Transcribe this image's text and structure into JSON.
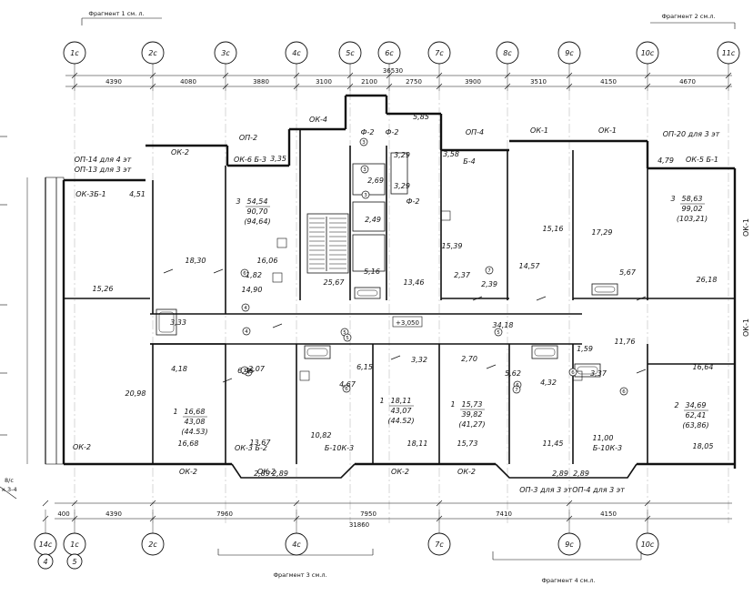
{
  "fragments": {
    "f1": "Фрагмент 1 см. л.",
    "f2": "Фрагмент 2 см.л.",
    "f3": "Фрагмент 3 см.л.",
    "f4": "Фрагмент 4 см.л."
  },
  "axes_top": [
    "1с",
    "2с",
    "3с",
    "4с",
    "5с",
    "6с",
    "7с",
    "8с",
    "9с",
    "10с",
    "11с"
  ],
  "axes_bottom": [
    "14с",
    "1с",
    "2с",
    "4с",
    "7с",
    "9с",
    "10с"
  ],
  "axes_bottom_extra": [
    "4",
    "5"
  ],
  "dims_top": [
    "4390",
    "4080",
    "3880",
    "3100",
    "2100",
    "2750",
    "3900",
    "3510",
    "4150",
    "4670"
  ],
  "dim_top_total": "36530",
  "dims_bottom": [
    "400",
    "4390",
    "7960",
    "7950",
    "7410",
    "4150"
  ],
  "dim_bottom_total": "31860",
  "level_mark": "+3,050",
  "side_labels": [
    "ОК-1",
    "ОК-1"
  ],
  "left_note": [
    "8/с",
    "к 3-4"
  ],
  "openings": [
    "ОК-2",
    "ОП-2",
    "ОК-4",
    "Ф-2",
    "5,85",
    "ОП-4",
    "ОК-1",
    "ОК-1",
    "ОП-20 для 3 эт",
    "ОП-14 для 4 эт",
    "ОП-13 для 3 эт",
    "ОК-6 Б-3",
    "3,35",
    "3,58",
    "Б-4",
    "4,79",
    "ОК-5 Б-1",
    "ОК-3Б-1",
    "4,51",
    "ОК-2",
    "ОК-2",
    "ОК-3 Б-2",
    "ОК-2",
    "Б-10К-3",
    "ОК-2",
    "ОК-2",
    "Б-10К-3",
    "ОП-3 для 3 эт",
    "ОП-4 для 3 эт",
    "2,89",
    "2,89",
    "2,89",
    "2,89",
    "Ф-2",
    "Ф-2"
  ],
  "areas": [
    "15,26",
    "3,33",
    "20,98",
    "18,30",
    "16,06",
    "1,82",
    "14,90",
    "4,18",
    "6,46",
    "2,07",
    "16,68",
    "13,67",
    "3,29",
    "3,29",
    "2,69",
    "2,49",
    "5,16",
    "25,67",
    "13,46",
    "6,15",
    "4,67",
    "3,32",
    "10,82",
    "18,11",
    "15,39",
    "2,37",
    "2,39",
    "15,16",
    "14,57",
    "17,29",
    "5,67",
    "26,18",
    "34,18",
    "2,70",
    "5,62",
    "4,32",
    "15,73",
    "11,45",
    "1,59",
    "3,37",
    "11,76",
    "16,64",
    "11,00",
    "18,05"
  ],
  "apartments": [
    {
      "n": "3",
      "a": "54,54",
      "b": "90,70",
      "c": "(94,64)"
    },
    {
      "n": "3",
      "a": "58,63",
      "b": "99,02",
      "c": "(103,21)"
    },
    {
      "n": "1",
      "a": "16,68",
      "b": "43,08",
      "c": "(44.53)"
    },
    {
      "n": "1",
      "a": "18,11",
      "b": "43,07",
      "c": "(44.52)"
    },
    {
      "n": "1",
      "a": "15,73",
      "b": "39,82",
      "c": "(41,27)"
    },
    {
      "n": "2",
      "a": "34,69",
      "b": "62,41",
      "c": "(63,86)"
    }
  ],
  "markers": [
    "3",
    "3",
    "3",
    "6",
    "4",
    "4",
    "5",
    "5",
    "4",
    "6",
    "7",
    "6",
    "6",
    "5",
    "7",
    "7",
    "6"
  ]
}
